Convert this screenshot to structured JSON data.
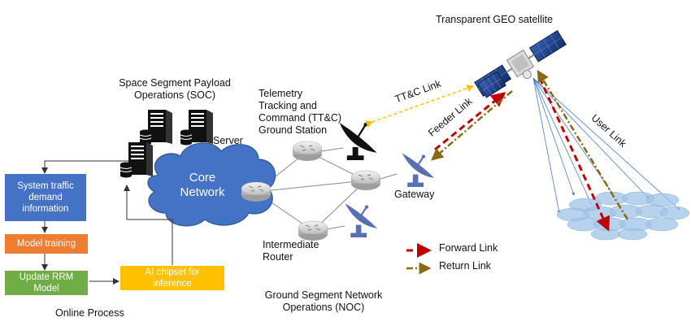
{
  "labels": {
    "satellite": "Transparent GEO satellite",
    "soc": "Space Segment Payload\nOperations (SOC)",
    "ttc_station": "Telemetry\nTracking and\nCommand (TT&C)\nGround Station",
    "server": "Server",
    "core_network": "Core\nNetwork",
    "gateway": "Gateway",
    "intermediate_router": "Intermediate\nRouter",
    "noc": "Ground Segment Network\nOperations (NOC)",
    "online_process": "Online Process",
    "ttc_link": "TT&C Link",
    "feeder_link": "Feeder Link",
    "user_link": "User Link"
  },
  "process_boxes": {
    "system_traffic": "System traffic\ndemand\ninformation",
    "model_training": "Model training",
    "update_rrm": "Update RRM\nModel",
    "ai_chipset": "AI chipset for\ninference"
  },
  "legend": {
    "forward_link": "Forward Link",
    "return_link": "Return Link"
  },
  "colors": {
    "process_blue": "#4472C4",
    "model_training_orange": "#ED7D31",
    "update_rrm_green": "#70AD47",
    "ai_chipset_yellow": "#FFC000",
    "core_network_blue": "#4472C4",
    "forward_link_red": "#C00000",
    "return_link_brown": "#8B6914",
    "ttc_link_yellow": "#FFC000",
    "dish_blue": "#5B6FB5",
    "beam_spot_blue": "#9DC3E6"
  },
  "icons": [
    "server-icon",
    "router-icon",
    "satellite-dish-icon",
    "satellite-icon",
    "cloud-icon"
  ]
}
